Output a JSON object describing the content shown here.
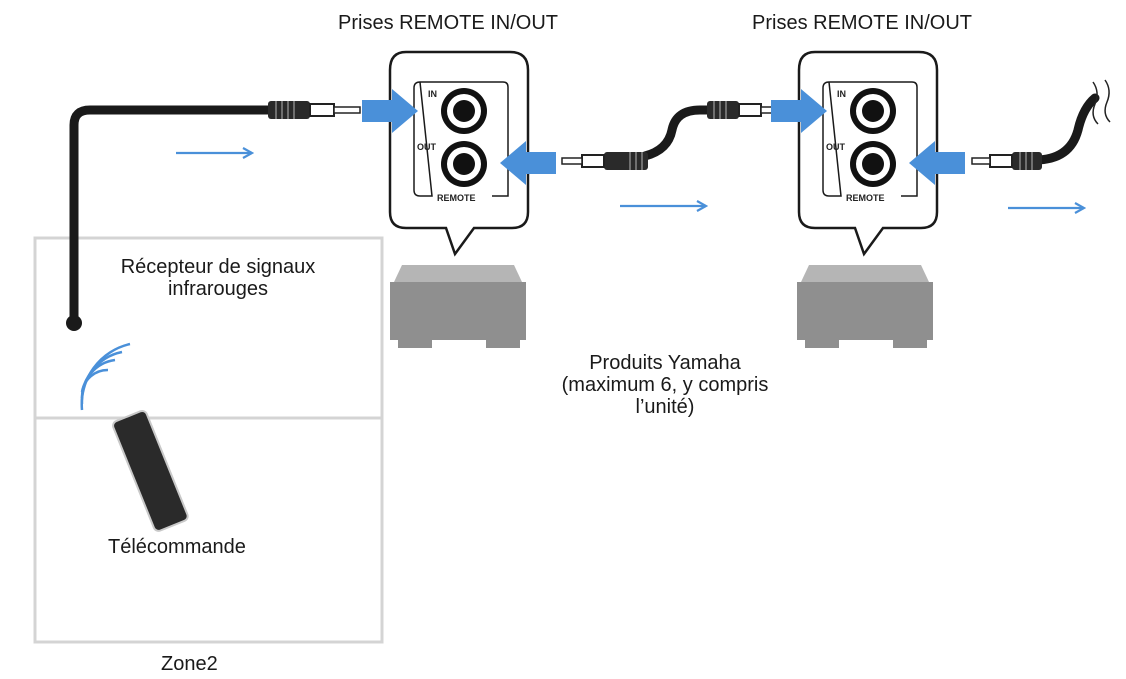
{
  "labels": {
    "jacks_left": "Prises REMOTE IN/OUT",
    "jacks_right": "Prises REMOTE IN/OUT",
    "ir_receiver_line1": "Récepteur de signaux",
    "ir_receiver_line2": "infrarouges",
    "remote_control": "Télécommande",
    "products_line1": "Produits Yamaha",
    "products_line2": "(maximum 6, y compris",
    "products_line3": "l’unité)",
    "zone": "Zone2"
  },
  "panel_labels": {
    "in": "IN",
    "out": "OUT",
    "remote": "REMOTE"
  },
  "colors": {
    "accent_blue": "#4a90d9",
    "cable": "#1a1a1a",
    "device_gray": "#8f8f8f",
    "room_outline": "#cfcfcf"
  }
}
